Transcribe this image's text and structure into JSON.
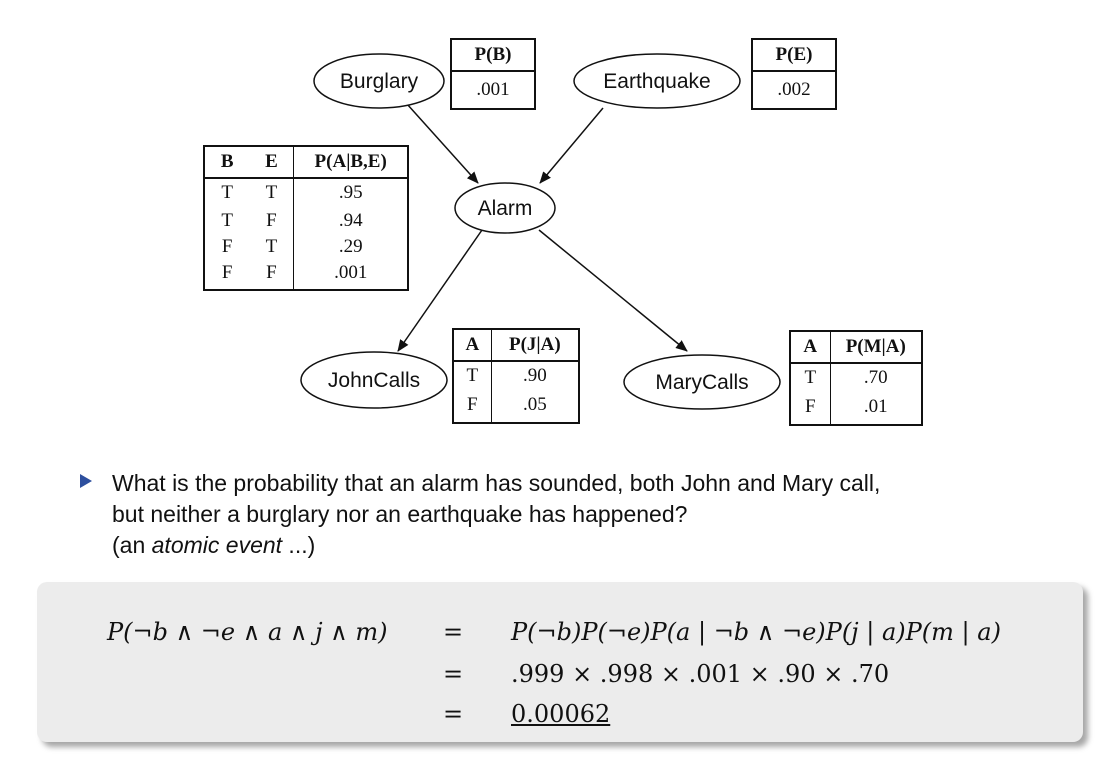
{
  "network": {
    "nodes": {
      "burglary": "Burglary",
      "earthquake": "Earthquake",
      "alarm": "Alarm",
      "johncalls": "JohnCalls",
      "marycalls": "MaryCalls"
    },
    "cpt_b": {
      "header": "P(B)",
      "value": ".001"
    },
    "cpt_e": {
      "header": "P(E)",
      "value": ".002"
    },
    "cpt_a": {
      "headers": [
        "B",
        "E",
        "P(A|B,E)"
      ],
      "rows": [
        [
          "T",
          "T",
          ".95"
        ],
        [
          "T",
          "F",
          ".94"
        ],
        [
          "F",
          "T",
          ".29"
        ],
        [
          "F",
          "F",
          ".001"
        ]
      ]
    },
    "cpt_j": {
      "headers": [
        "A",
        "P(J|A)"
      ],
      "rows": [
        [
          "T",
          ".90"
        ],
        [
          "F",
          ".05"
        ]
      ]
    },
    "cpt_m": {
      "headers": [
        "A",
        "P(M|A)"
      ],
      "rows": [
        [
          "T",
          ".70"
        ],
        [
          "F",
          ".01"
        ]
      ]
    }
  },
  "question": {
    "line1": "What is the probability that an alarm has sounded, both John and Mary call,",
    "line2": "but neither a burglary nor an earthquake has happened?",
    "line3_prefix": "(an ",
    "line3_em": "atomic event",
    "line3_suffix": " ...)"
  },
  "equation": {
    "lhs": "P(¬b ∧ ¬e ∧ a ∧ j ∧ m)",
    "op": "=",
    "rhs1": "P(¬b)P(¬e)P(a | ¬b ∧ ¬e)P(j | a)P(m | a)",
    "rhs2": ".999 × .998 × .001 × .90 × .70",
    "rhs3": "0.00062"
  }
}
